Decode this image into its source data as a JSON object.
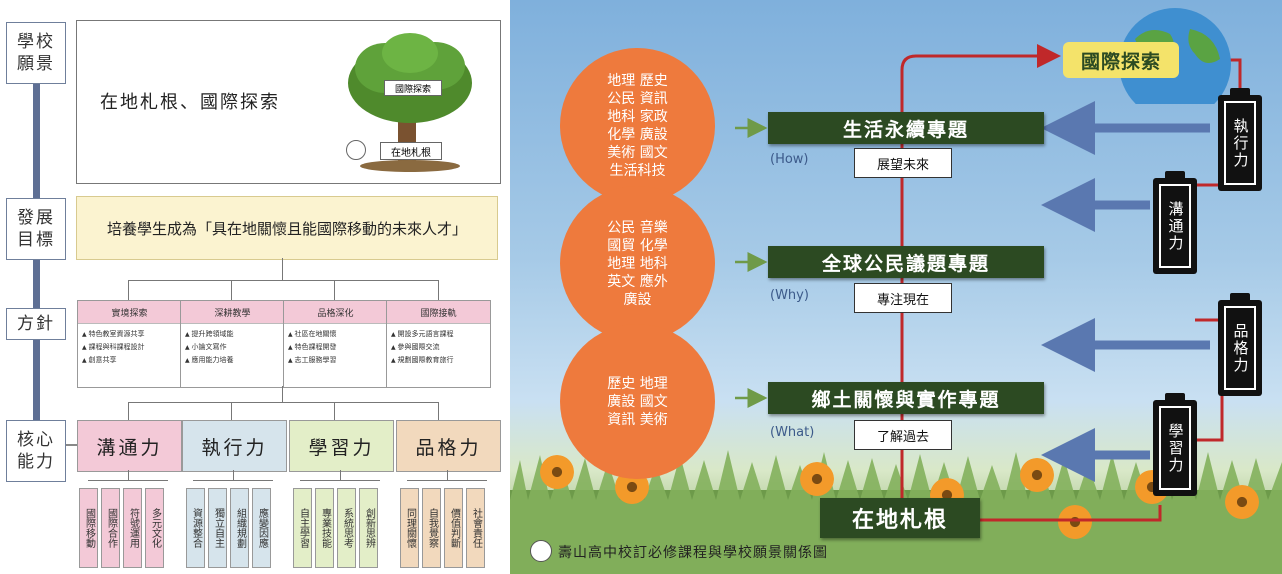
{
  "left": {
    "side_labels": [
      "學校\n願景",
      "發展\n目標",
      "方針",
      "核心\n能力"
    ],
    "vision": "在地札根、國際探索",
    "tree_labels": {
      "top": "國際探索",
      "bottom": "在地札根"
    },
    "goal": "培養學生成為「具在地關懷且能國際移動的未來人才」",
    "strategies": [
      {
        "title": "實境探索",
        "items": [
          "特色教室資源共享",
          "課程與科課程設計",
          "創意共享"
        ]
      },
      {
        "title": "深耕教學",
        "items": [
          "提升跨領域能",
          "小論文寫作",
          "應用能力培養"
        ]
      },
      {
        "title": "品格深化",
        "items": [
          "社區在地關懷",
          "特色課程開發",
          "志工服務學習"
        ]
      },
      {
        "title": "國際接軌",
        "items": [
          "開設多元語言課程",
          "參與國際交流",
          "規劃國際教育旅行"
        ]
      }
    ],
    "capabilities": [
      {
        "name": "溝通力",
        "color": "#f3c9d7",
        "subs": [
          "國際移動",
          "國際合作",
          "符號運用",
          "多元文化"
        ]
      },
      {
        "name": "執行力",
        "color": "#d6e4ec",
        "subs": [
          "資源整合",
          "獨立自主",
          "組織規劃",
          "應變因應"
        ]
      },
      {
        "name": "學習力",
        "color": "#e3eec8",
        "subs": [
          "自主學習",
          "專業技能",
          "系統思考",
          "創新思辨"
        ]
      },
      {
        "name": "品格力",
        "color": "#f2d9bd",
        "subs": [
          "同理關懷",
          "自我覺察",
          "價值判斷",
          "社會責任"
        ]
      }
    ]
  },
  "right": {
    "circles": [
      "地理 歷史\n公民 資訊\n地科 家政\n化學 廣設\n美術 國文\n生活科技",
      "公民 音樂\n國貿 化學\n地理 地科\n英文 應外\n廣設",
      "歷史 地理\n廣設 國文\n資訊 美術"
    ],
    "projects": [
      {
        "name": "生活永續專題",
        "time": "展望未來",
        "q": "(How)"
      },
      {
        "name": "全球公民議題專題",
        "time": "專注現在",
        "q": "(Why)"
      },
      {
        "name": "鄉土關懷與實作專題",
        "time": "了解過去",
        "q": "(What)"
      }
    ],
    "root": "在地札根",
    "top": "國際探索",
    "batteries": [
      "執行力",
      "溝通力",
      "品格力",
      "學習力"
    ],
    "caption": "壽山高中校訂必修課程與學校願景關係圖",
    "colors": {
      "orange": "#ee7a3d",
      "dark_green": "#2c4a22",
      "red_line": "#c0282a",
      "blue_arrow": "#5a78b0",
      "green_arrow": "#6f9a48"
    }
  }
}
